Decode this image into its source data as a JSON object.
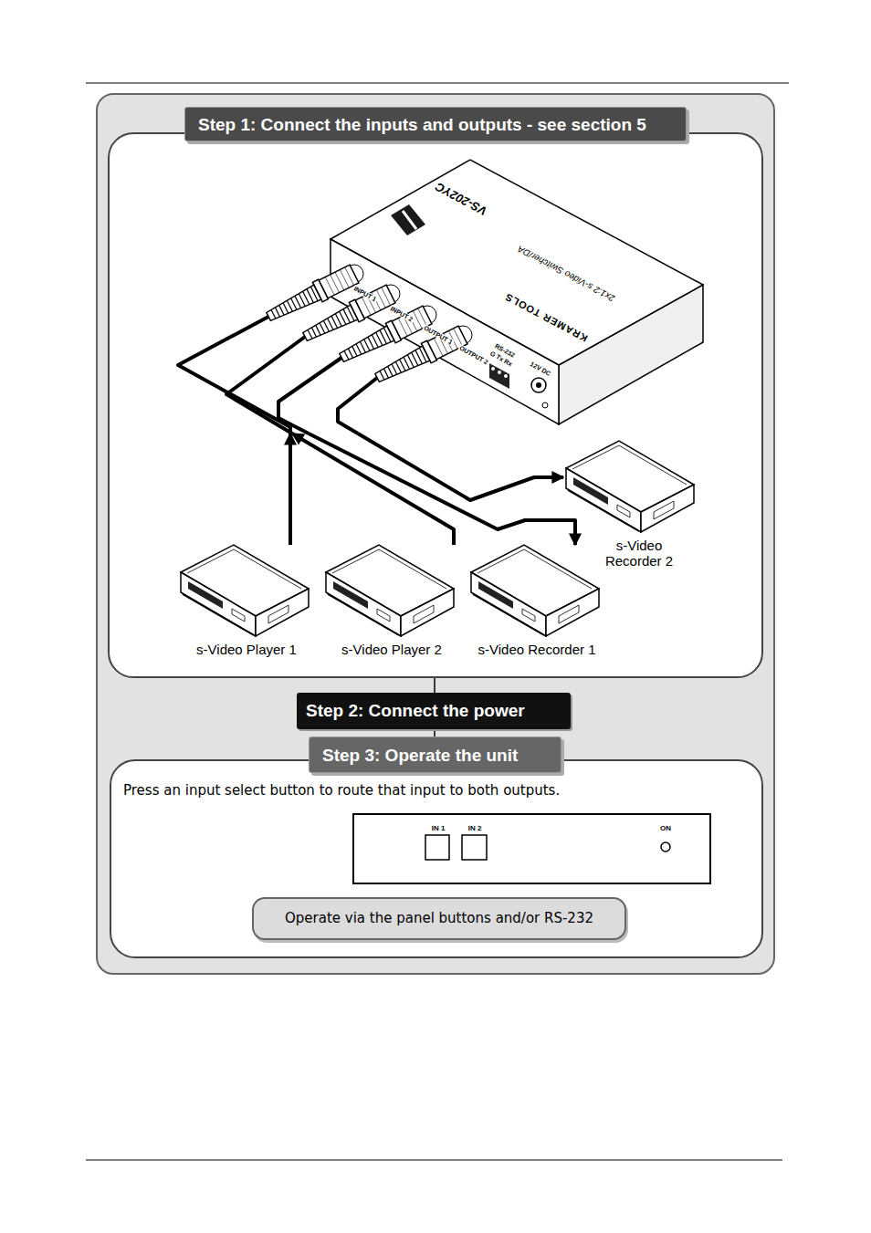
{
  "diagram": {
    "nodes": [
      {
        "text": [
          "Step 1: Connect the inputs and outputs - see section 5"
        ]
      },
      {
        "text": [
          "VS-202YC",
          "2x1:2 s-Video Switcher/DA",
          "KRAMER TOOLS"
        ],
        "in": 0
      },
      {
        "text": [
          "s-Video Recorder 2"
        ],
        "in": 0
      },
      {
        "text": [
          "s-Video Player 1"
        ],
        "in": 0
      },
      {
        "text": [
          "s-Video Player 2"
        ],
        "in": 0
      },
      {
        "text": [
          "s-Video Recorder 1"
        ],
        "in": 0
      },
      {
        "text": [
          "Step 2: Connect the power"
        ]
      },
      {
        "text": [
          "Step 3: Operate the unit",
          "Press an input select button to route that input to both outputs."
        ]
      },
      {
        "text": [
          "IN 1",
          "IN 2",
          "ON"
        ],
        "in": 7
      },
      {
        "text": [
          "Operate via the panel buttons and/or RS-232"
        ],
        "in": 7
      }
    ],
    "edges": [
      {
        "from": 0,
        "to": 6,
        "arrow": "none"
      },
      {
        "from": 6,
        "to": 7,
        "arrow": "none"
      },
      {
        "from": 3,
        "to": 1,
        "arrow": "to"
      },
      {
        "from": 4,
        "to": 1,
        "arrow": "to"
      },
      {
        "from": 1,
        "to": 5,
        "arrow": "to"
      },
      {
        "from": 1,
        "to": 2,
        "arrow": "to"
      }
    ],
    "labels": [
      "INPUT 1",
      "INPUT 2",
      "OUTPUT 1",
      "OUTPUT 2",
      "RS-232",
      "G Tx Rx",
      "12V DC"
    ]
  }
}
